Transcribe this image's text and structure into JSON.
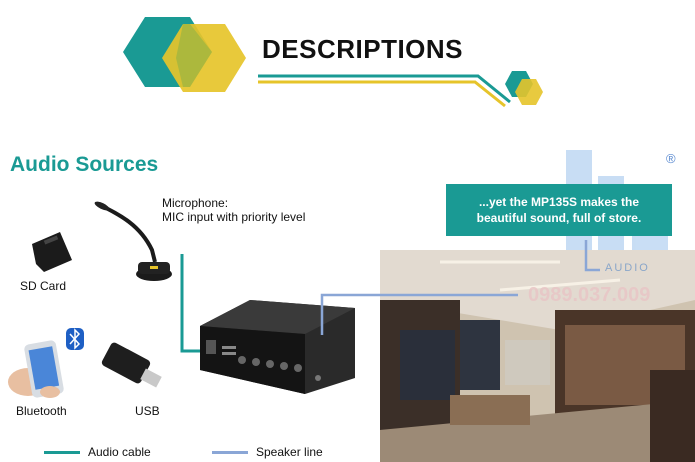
{
  "header": {
    "title": "DESCRIPTIONS"
  },
  "section": {
    "title": "Audio Sources"
  },
  "sources": {
    "microphone": {
      "line1": "Microphone:",
      "line2": "MIC input with priority level"
    },
    "sd_card": {
      "label": "SD Card"
    },
    "bluetooth": {
      "label": "Bluetooth"
    },
    "usb": {
      "label": "USB"
    }
  },
  "callout": {
    "line1": "...yet the MP135S makes the",
    "line2": "beautiful sound, full of store."
  },
  "legend": {
    "audio_cable": {
      "label": "Audio cable",
      "color": "#1a9a94"
    },
    "speaker_line": {
      "label": "Speaker line",
      "color": "#8aa6d6"
    }
  },
  "watermark": {
    "phone": "0989.037.009",
    "brand": "AUDIO",
    "registered": "®"
  },
  "colors": {
    "teal": "#1a9a94",
    "yellow": "#e6c42a",
    "ink": "#111111"
  }
}
